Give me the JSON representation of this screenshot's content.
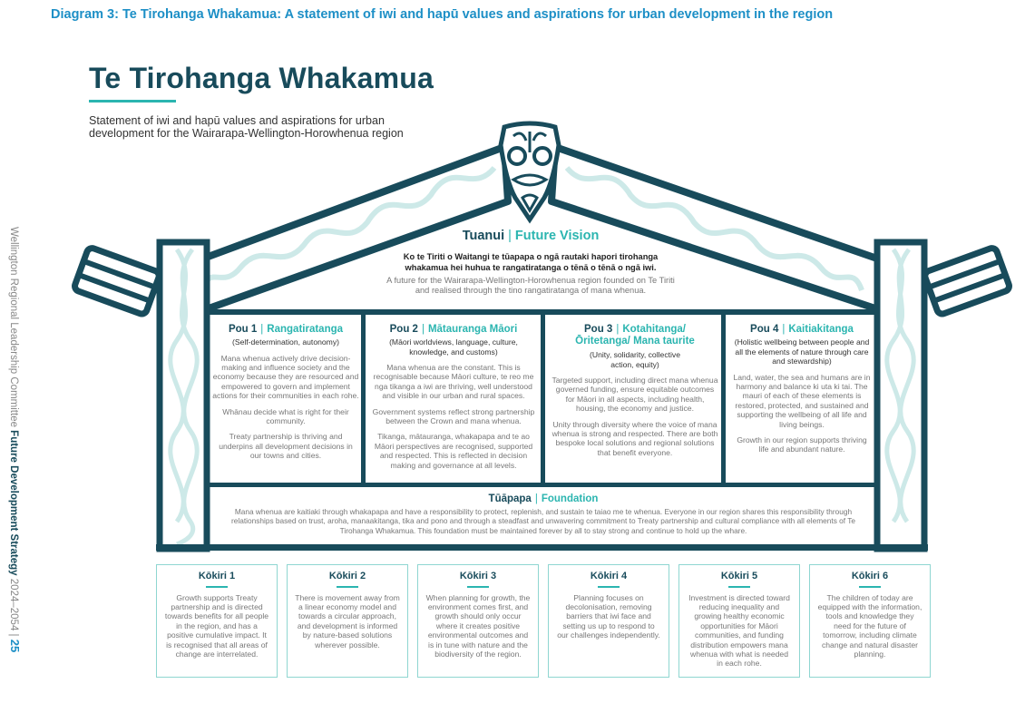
{
  "caption": "Diagram 3: Te Tirohanga Whakamua: A statement of iwi and hapū values and aspirations for urban development in the region",
  "title": "Te Tirohanga Whakamua",
  "subtitle": "Statement of iwi and hapū values and aspirations for urban development for the Wairarapa-Wellington-Horowhenua region",
  "sidebar": {
    "org": "Wellington Regional Leadership Committee",
    "doc": "Future Development Strategy",
    "years": "2024–2054",
    "page": "25"
  },
  "colors": {
    "dark": "#184b5b",
    "accent": "#2bb5b0",
    "pattern": "#cde9e8",
    "caption": "#1d8fc6"
  },
  "tuanui": {
    "label": "Tuanui",
    "accent": "Future Vision",
    "maori": "Ko te Tiriti o Waitangi te tūapapa o ngā rautaki hapori tirohanga whakamua hei huhua te rangatiratanga o tēnā o tēnā o ngā iwi.",
    "english": "A future for the Wairarapa-Wellington-Horowhenua region founded on Te Tiriti and realised through the tino rangatiratanga of mana whenua."
  },
  "pou": [
    {
      "label": "Pou 1",
      "accent": "Rangatiratanga",
      "sub": "(Self-determination, autonomy)",
      "paras": [
        "Mana whenua actively drive decision-making and influence society and the economy because they are resourced and empowered to govern and implement actions for their communities in each rohe.",
        "Whānau decide what is right for their community.",
        "Treaty partnership is thriving and underpins all development decisions in our towns and cities."
      ]
    },
    {
      "label": "Pou 2",
      "accent": "Mātauranga Māori",
      "sub": "(Māori worldviews, language, culture, knowledge, and customs)",
      "paras": [
        "Mana whenua are the constant. This is recognisable because Māori culture, te reo me nga tikanga a iwi are thriving, well understood and visible in our urban and rural spaces.",
        "Government systems reflect strong partnership between the Crown and mana whenua.",
        "Tikanga, mātauranga, whakapapa and te ao Māori perspectives are recognised, supported and respected. This is reflected in decision making and governance at all levels."
      ]
    },
    {
      "label": "Pou 3",
      "accent": "Kotahitanga/ Ōritetanga/ Mana taurite",
      "sub": "(Unity, solidarity, collective action, equity)",
      "paras": [
        "Targeted support, including direct mana whenua governed funding, ensure equitable outcomes for Māori in all aspects, including health, housing, the economy and justice.",
        "Unity through diversity where the voice of mana whenua is strong and respected. There are both bespoke local solutions and regional solutions that benefit everyone."
      ]
    },
    {
      "label": "Pou 4",
      "accent": "Kaitiakitanga",
      "sub": "(Holistic wellbeing between people and all the elements of nature through care and stewardship)",
      "paras": [
        "Land, water, the sea and humans are in harmony and balance ki uta ki tai. The mauri of each of these elements is restored, protected, and sustained and supporting the wellbeing of all life and living beings.",
        "Growth in our region supports thriving life and abundant nature."
      ]
    }
  ],
  "tuapapa": {
    "label": "Tūāpapa",
    "accent": "Foundation",
    "text": "Mana whenua are kaitiaki through whakapapa and have a responsibility to protect, replenish, and sustain te taiao me te whenua. Everyone in our region shares this responsibility through relationships based on trust, aroha, manaakitanga, tika and pono and through a steadfast and unwavering commitment to Treaty partnership and cultural compliance with all elements of Te Tirohanga Whakamua. This foundation must be maintained forever by all to stay strong and continue to hold up the whare."
  },
  "kokiri": [
    {
      "title": "Kōkiri 1",
      "text": "Growth supports Treaty partnership and is directed towards benefits for all people in the region, and has a positive cumulative impact. It is recognised that all areas of change are interrelated."
    },
    {
      "title": "Kōkiri 2",
      "text": "There is movement away from a linear economy model and towards a circular approach, and development is informed by nature-based solutions wherever possible."
    },
    {
      "title": "Kōkiri 3",
      "text": "When planning for growth, the environment comes first, and growth should only occur where it creates positive environmental outcomes and is in tune with nature and the biodiversity of the region."
    },
    {
      "title": "Kōkiri 4",
      "text": "Planning focuses on decolonisation, removing barriers that iwi face and setting us up to respond to our challenges independently."
    },
    {
      "title": "Kōkiri 5",
      "text": "Investment is directed toward reducing inequality and growing healthy economic opportunities for Māori communities, and  funding distribution empowers mana whenua with what is needed in each rohe."
    },
    {
      "title": "Kōkiri 6",
      "text": "The children of today are equipped with the information, tools and knowledge they need for the future of tomorrow, including climate change and natural disaster planning."
    }
  ]
}
